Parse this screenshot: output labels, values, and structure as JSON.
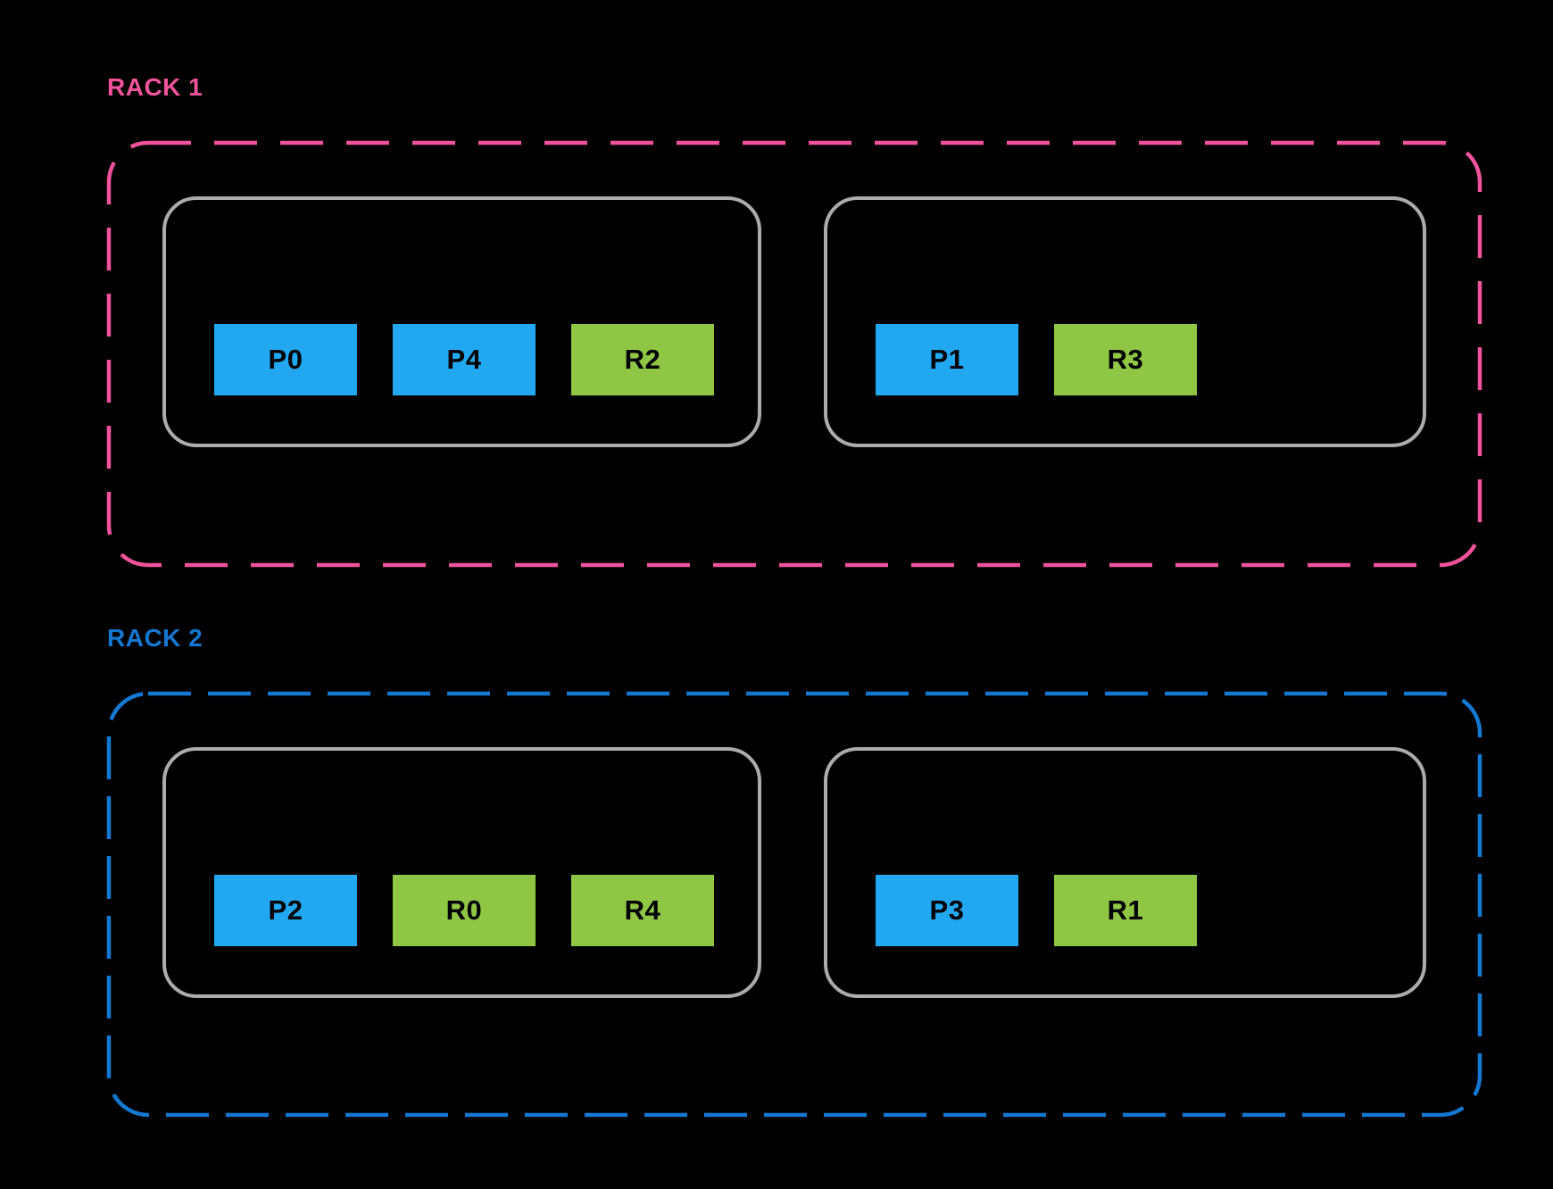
{
  "colors": {
    "background": "#000000",
    "rack1_accent_pink": "#F0539C",
    "rack2_accent_blue": "#1478D2",
    "chip_blue": "#21A8F0",
    "chip_green": "#8FC745",
    "host_border_gray": "#ACACAC",
    "chip_text": "#000000"
  },
  "racks": [
    {
      "label": "RACK 1",
      "accent": "pink",
      "hosts": [
        {
          "chips": [
            {
              "label": "P0",
              "type": "p"
            },
            {
              "label": "P4",
              "type": "p"
            },
            {
              "label": "R2",
              "type": "r"
            }
          ]
        },
        {
          "chips": [
            {
              "label": "P1",
              "type": "p"
            },
            {
              "label": "R3",
              "type": "r"
            }
          ]
        }
      ]
    },
    {
      "label": "RACK 2",
      "accent": "blue",
      "hosts": [
        {
          "chips": [
            {
              "label": "P2",
              "type": "p"
            },
            {
              "label": "R0",
              "type": "r"
            },
            {
              "label": "R4",
              "type": "r"
            }
          ]
        },
        {
          "chips": [
            {
              "label": "P3",
              "type": "p"
            },
            {
              "label": "R1",
              "type": "r"
            }
          ]
        }
      ]
    }
  ]
}
